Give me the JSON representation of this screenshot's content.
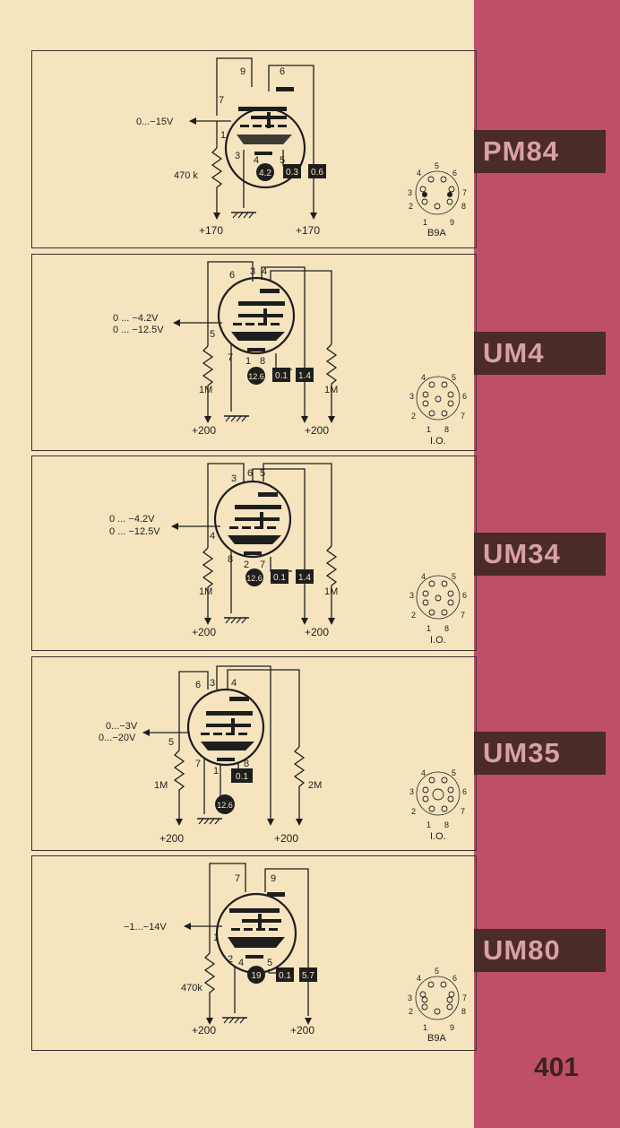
{
  "page_number": "401",
  "colors": {
    "paper": "#f6e4bf",
    "sidebar": "#bf4f68",
    "tab": "#4a2b27",
    "tab_text": "#d9a0aa",
    "ink": "#1e1e1e"
  },
  "tubes": [
    {
      "name": "PM84",
      "grid_range": "0...−15V",
      "resistor": "470 k",
      "supply_left": "+170",
      "supply_right": "+170",
      "pins": [
        "9",
        "6",
        "7",
        "1",
        "3",
        "4",
        "5"
      ],
      "heater_values": [
        "4.2",
        "0.3",
        "0.6"
      ],
      "socket_label": "B9A",
      "socket_pins": [
        "5",
        "4",
        "6",
        "3",
        "7",
        "2",
        "8",
        "1",
        "9"
      ]
    },
    {
      "name": "UM4",
      "grid_range": "0 ... −4.2V\n0 ... −12.5V",
      "grid_range_lines": [
        "0 ...  −4.2V",
        "0 ...  −12.5V"
      ],
      "resistor_left": "1M",
      "resistor_right": "1M",
      "supply_left": "+200",
      "supply_right": "+200",
      "pins": [
        "6",
        "3",
        "4",
        "5",
        "7",
        "1",
        "8"
      ],
      "heater_values": [
        "12.6",
        "0.1",
        "1.4"
      ],
      "socket_label": "I.O.",
      "socket_pins": [
        "4",
        "5",
        "3",
        "6",
        "2",
        "7",
        "1",
        "8"
      ]
    },
    {
      "name": "UM34",
      "grid_range_lines": [
        "0 ...  −4.2V",
        "0 ...  −12.5V"
      ],
      "resistor_left": "1M",
      "resistor_right": "1M",
      "supply_left": "+200",
      "supply_right": "+200",
      "pins": [
        "3",
        "6",
        "5",
        "4",
        "8",
        "2",
        "7"
      ],
      "heater_values": [
        "12.6",
        "0.1",
        "1.4"
      ],
      "socket_label": "I.O.",
      "socket_pins": [
        "4",
        "5",
        "3",
        "6",
        "2",
        "7",
        "1",
        "8"
      ]
    },
    {
      "name": "UM35",
      "grid_range_lines": [
        "0...−3V",
        "0...−20V"
      ],
      "resistor_left": "1M",
      "resistor_right": "2M",
      "supply_left": "+200",
      "supply_right": "+200",
      "pins": [
        "6",
        "3",
        "4",
        "5",
        "7",
        "1",
        "8"
      ],
      "heater_values": [
        "0.1",
        "12.6"
      ],
      "socket_label": "I.O.",
      "socket_pins": [
        "4",
        "5",
        "3",
        "6",
        "2",
        "7",
        "1",
        "8"
      ]
    },
    {
      "name": "UM80",
      "grid_range": "−1...−14V",
      "resistor": "470k",
      "supply_left": "+200",
      "supply_right": "+200",
      "pins": [
        "7",
        "9",
        "1",
        "2",
        "4",
        "5"
      ],
      "heater_values": [
        "19",
        "0.1",
        "5.7"
      ],
      "socket_label": "B9A",
      "socket_pins": [
        "5",
        "4",
        "6",
        "3",
        "7",
        "2",
        "8",
        "1",
        "9"
      ]
    }
  ]
}
